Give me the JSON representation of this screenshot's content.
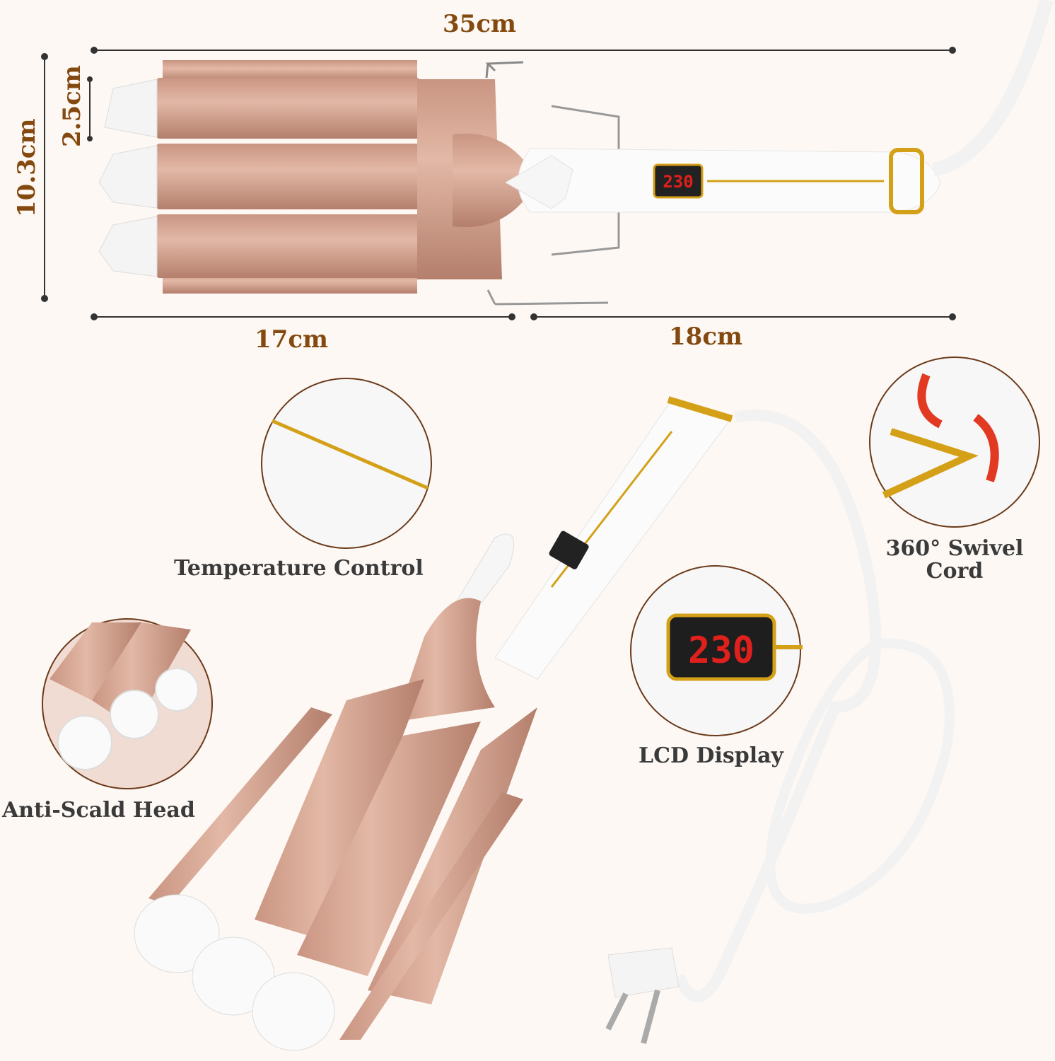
{
  "dimensions": {
    "total_length": "35cm",
    "height": "10.3cm",
    "barrel_diameter": "2.5cm",
    "barrel_length": "17cm",
    "handle_length": "18cm"
  },
  "features": [
    {
      "label": "Temperature Control"
    },
    {
      "label": "360° Swivel Cord"
    },
    {
      "label": "LCD Display"
    },
    {
      "label": "Anti-Scald Head"
    }
  ],
  "display": {
    "temperature": "230"
  },
  "colors": {
    "label": "#84490f",
    "rose_gold": "#d7a48f",
    "background": "#fdf8f4",
    "gold": "#d4a017",
    "lcd": "#e0201c"
  }
}
